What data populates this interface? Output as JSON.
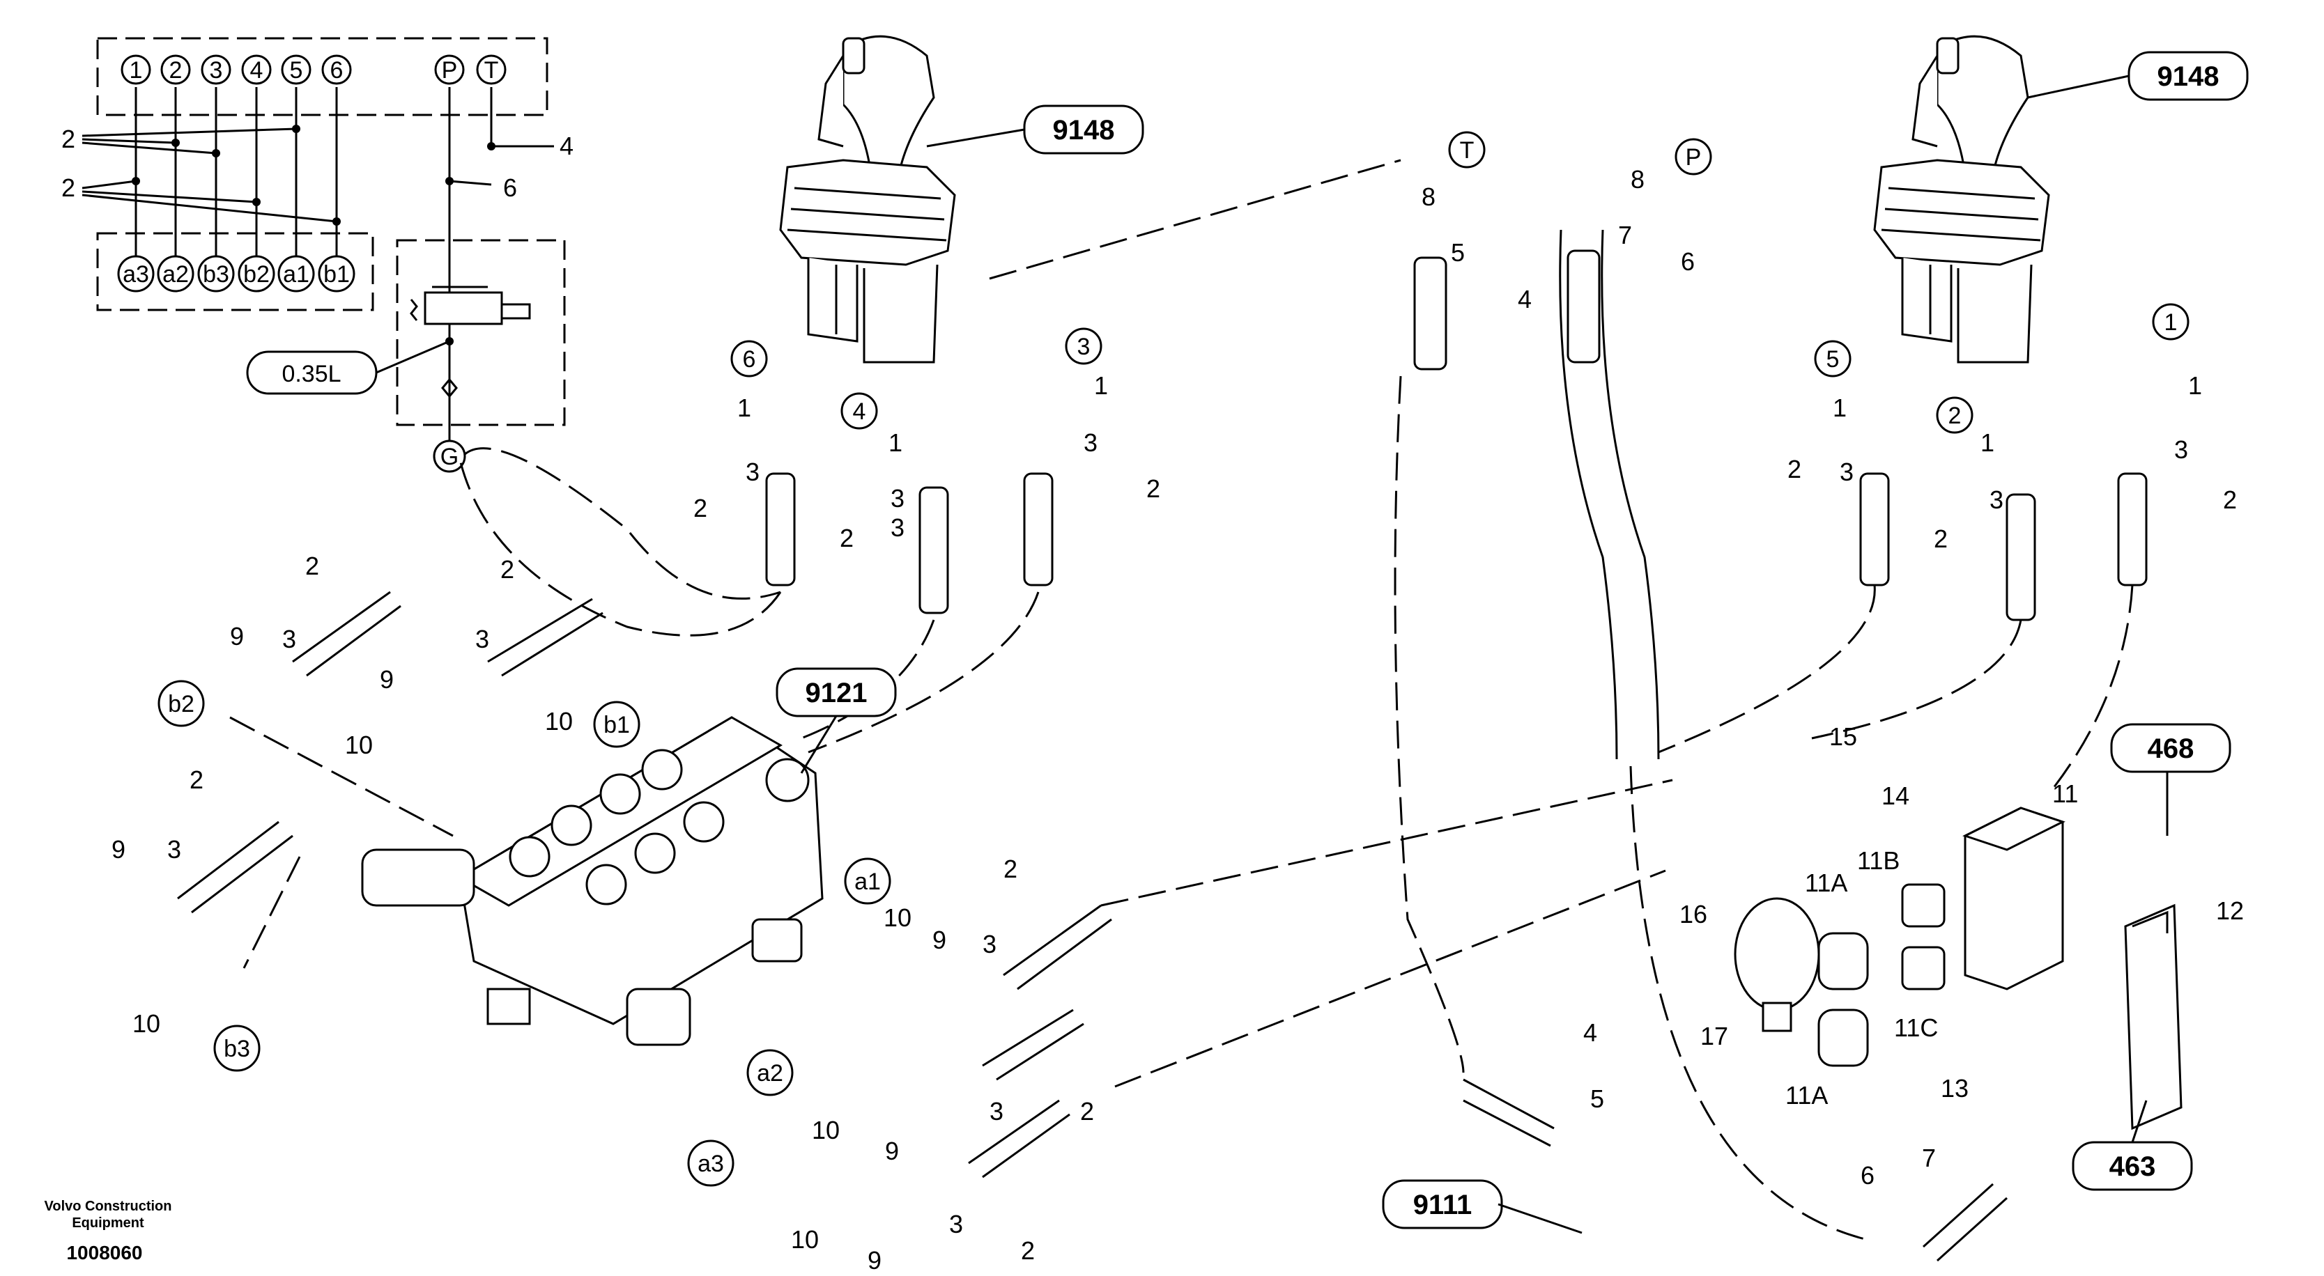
{
  "legend": {
    "top_ports": [
      "1",
      "2",
      "3",
      "4",
      "5",
      "6"
    ],
    "pt_ports": [
      "P",
      "T"
    ],
    "bottom_ports": [
      "a3",
      "a2",
      "b3",
      "b2",
      "a1",
      "b1"
    ],
    "side_labels": [
      "2",
      "2",
      "4",
      "6"
    ],
    "accumulator_callout": "0.35L",
    "gauge_port": "G"
  },
  "callout_boxes": {
    "joystick_left": "9148",
    "joystick_right": "9148",
    "valve": "9121",
    "accumulator_hose": "9111",
    "bracket_top": "468",
    "bracket_bottom": "463"
  },
  "port_circles": {
    "left_joystick": [
      "6",
      "4",
      "3"
    ],
    "right_joystick": [
      "5",
      "2",
      "1"
    ],
    "valve_ports": [
      "b2",
      "b1",
      "b3",
      "a1",
      "a2",
      "a3"
    ],
    "supply": [
      "T",
      "P"
    ]
  },
  "part_numbers": {
    "left_joystick": [
      "1",
      "1",
      "1",
      "2",
      "2",
      "2",
      "3",
      "3",
      "3",
      "3"
    ],
    "valve_hoses": [
      "2",
      "2",
      "2",
      "3",
      "3",
      "3",
      "9",
      "9",
      "9",
      "10",
      "10",
      "10"
    ],
    "valve_outlets": [
      "2",
      "2",
      "2",
      "3",
      "3",
      "3",
      "9",
      "9",
      "9",
      "10",
      "10",
      "10"
    ],
    "supply_lines": [
      "8",
      "8",
      "5",
      "7",
      "4",
      "6"
    ],
    "right_joystick": [
      "1",
      "1",
      "1",
      "2",
      "2",
      "2",
      "3",
      "3",
      "3"
    ],
    "valve_block": [
      "11",
      "11A",
      "11A",
      "11B",
      "11C",
      "12",
      "13",
      "14",
      "15",
      "16",
      "17"
    ],
    "lower_lines": [
      "4",
      "5",
      "6",
      "7"
    ]
  },
  "footer": {
    "credit_line1": "Volvo Construction",
    "credit_line2": "Equipment",
    "doc_number": "1008060"
  }
}
